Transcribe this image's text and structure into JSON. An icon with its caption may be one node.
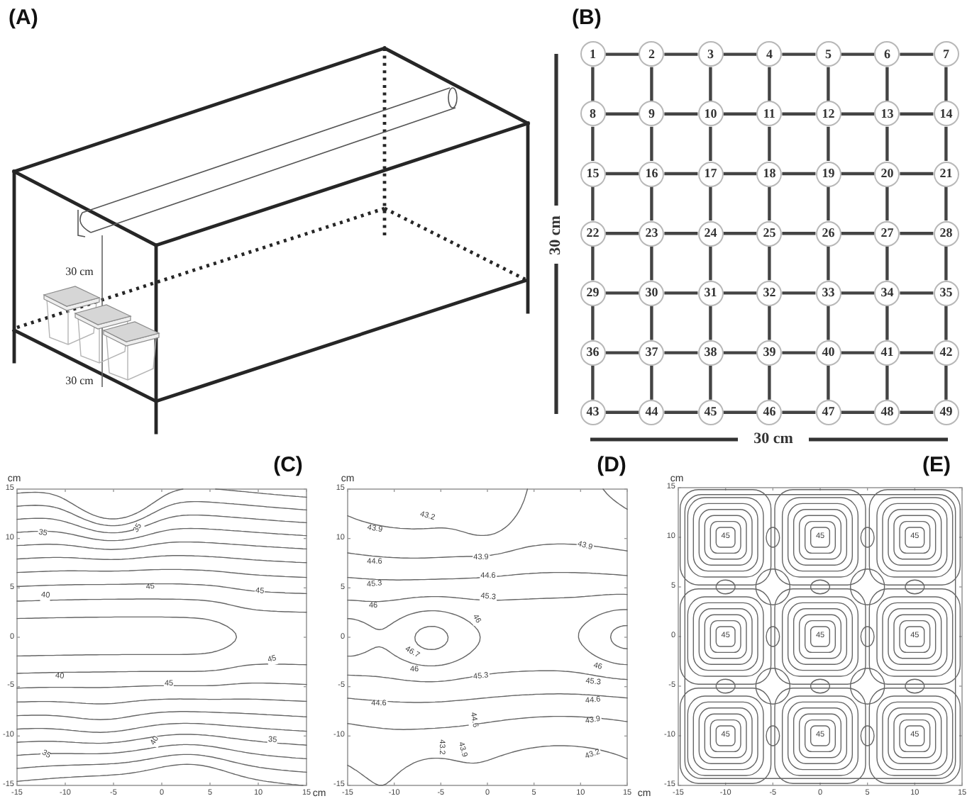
{
  "diagram": {
    "nodes": [
      {
        "text": [
          "1"
        ]
      },
      {
        "text": [
          "2"
        ]
      },
      {
        "text": [
          "3"
        ]
      },
      {
        "text": [
          "4"
        ]
      },
      {
        "text": [
          "5"
        ]
      },
      {
        "text": [
          "6"
        ]
      },
      {
        "text": [
          "7"
        ]
      },
      {
        "text": [
          "8"
        ]
      },
      {
        "text": [
          "9"
        ]
      },
      {
        "text": [
          "10"
        ]
      },
      {
        "text": [
          "11"
        ]
      },
      {
        "text": [
          "12"
        ]
      },
      {
        "text": [
          "13"
        ]
      },
      {
        "text": [
          "14"
        ]
      },
      {
        "text": [
          "15"
        ]
      },
      {
        "text": [
          "16"
        ]
      },
      {
        "text": [
          "17"
        ]
      },
      {
        "text": [
          "18"
        ]
      },
      {
        "text": [
          "19"
        ]
      },
      {
        "text": [
          "20"
        ]
      },
      {
        "text": [
          "21"
        ]
      },
      {
        "text": [
          "22"
        ]
      },
      {
        "text": [
          "23"
        ]
      },
      {
        "text": [
          "24"
        ]
      },
      {
        "text": [
          "25"
        ]
      },
      {
        "text": [
          "26"
        ]
      },
      {
        "text": [
          "27"
        ]
      },
      {
        "text": [
          "28"
        ]
      },
      {
        "text": [
          "29"
        ]
      },
      {
        "text": [
          "30"
        ]
      },
      {
        "text": [
          "31"
        ]
      },
      {
        "text": [
          "32"
        ]
      },
      {
        "text": [
          "33"
        ]
      },
      {
        "text": [
          "34"
        ]
      },
      {
        "text": [
          "35"
        ]
      },
      {
        "text": [
          "36"
        ]
      },
      {
        "text": [
          "37"
        ]
      },
      {
        "text": [
          "38"
        ]
      },
      {
        "text": [
          "39"
        ]
      },
      {
        "text": [
          "40"
        ]
      },
      {
        "text": [
          "41"
        ]
      },
      {
        "text": [
          "42"
        ]
      },
      {
        "text": [
          "43"
        ]
      },
      {
        "text": [
          "44"
        ]
      },
      {
        "text": [
          "45"
        ]
      },
      {
        "text": [
          "46"
        ]
      },
      {
        "text": [
          "47"
        ]
      },
      {
        "text": [
          "48"
        ]
      },
      {
        "text": [
          "49"
        ]
      }
    ],
    "edges": [
      {
        "from": 0,
        "to": 1,
        "arrow": "none"
      },
      {
        "from": 1,
        "to": 2,
        "arrow": "none"
      },
      {
        "from": 2,
        "to": 3,
        "arrow": "none"
      },
      {
        "from": 3,
        "to": 4,
        "arrow": "none"
      },
      {
        "from": 4,
        "to": 5,
        "arrow": "none"
      },
      {
        "from": 5,
        "to": 6,
        "arrow": "none"
      },
      {
        "from": 0,
        "to": 7,
        "arrow": "none"
      },
      {
        "from": 1,
        "to": 8,
        "arrow": "none"
      },
      {
        "from": 2,
        "to": 9,
        "arrow": "none"
      },
      {
        "from": 3,
        "to": 10,
        "arrow": "none"
      },
      {
        "from": 4,
        "to": 11,
        "arrow": "none"
      },
      {
        "from": 5,
        "to": 12,
        "arrow": "none"
      },
      {
        "from": 6,
        "to": 13,
        "arrow": "none"
      },
      {
        "from": 7,
        "to": 8,
        "arrow": "none"
      },
      {
        "from": 8,
        "to": 9,
        "arrow": "none"
      },
      {
        "from": 9,
        "to": 10,
        "arrow": "none"
      },
      {
        "from": 10,
        "to": 11,
        "arrow": "none"
      },
      {
        "from": 11,
        "to": 12,
        "arrow": "none"
      },
      {
        "from": 12,
        "to": 13,
        "arrow": "none"
      },
      {
        "from": 7,
        "to": 14,
        "arrow": "none"
      },
      {
        "from": 8,
        "to": 15,
        "arrow": "none"
      },
      {
        "from": 9,
        "to": 16,
        "arrow": "none"
      },
      {
        "from": 10,
        "to": 17,
        "arrow": "none"
      },
      {
        "from": 11,
        "to": 18,
        "arrow": "none"
      },
      {
        "from": 12,
        "to": 19,
        "arrow": "none"
      },
      {
        "from": 13,
        "to": 20,
        "arrow": "none"
      },
      {
        "from": 14,
        "to": 15,
        "arrow": "none"
      },
      {
        "from": 15,
        "to": 16,
        "arrow": "none"
      },
      {
        "from": 16,
        "to": 17,
        "arrow": "none"
      },
      {
        "from": 17,
        "to": 18,
        "arrow": "none"
      },
      {
        "from": 18,
        "to": 19,
        "arrow": "none"
      },
      {
        "from": 19,
        "to": 20,
        "arrow": "none"
      },
      {
        "from": 14,
        "to": 21,
        "arrow": "none"
      },
      {
        "from": 15,
        "to": 22,
        "arrow": "none"
      },
      {
        "from": 16,
        "to": 23,
        "arrow": "none"
      },
      {
        "from": 17,
        "to": 24,
        "arrow": "none"
      },
      {
        "from": 18,
        "to": 25,
        "arrow": "none"
      },
      {
        "from": 19,
        "to": 26,
        "arrow": "none"
      },
      {
        "from": 20,
        "to": 27,
        "arrow": "none"
      },
      {
        "from": 21,
        "to": 22,
        "arrow": "none"
      },
      {
        "from": 22,
        "to": 23,
        "arrow": "none"
      },
      {
        "from": 23,
        "to": 24,
        "arrow": "none"
      },
      {
        "from": 24,
        "to": 25,
        "arrow": "none"
      },
      {
        "from": 25,
        "to": 26,
        "arrow": "none"
      },
      {
        "from": 26,
        "to": 27,
        "arrow": "none"
      },
      {
        "from": 21,
        "to": 28,
        "arrow": "none"
      },
      {
        "from": 22,
        "to": 29,
        "arrow": "none"
      },
      {
        "from": 23,
        "to": 30,
        "arrow": "none"
      },
      {
        "from": 24,
        "to": 31,
        "arrow": "none"
      },
      {
        "from": 25,
        "to": 32,
        "arrow": "none"
      },
      {
        "from": 26,
        "to": 33,
        "arrow": "none"
      },
      {
        "from": 27,
        "to": 34,
        "arrow": "none"
      },
      {
        "from": 28,
        "to": 29,
        "arrow": "none"
      },
      {
        "from": 29,
        "to": 30,
        "arrow": "none"
      },
      {
        "from": 30,
        "to": 31,
        "arrow": "none"
      },
      {
        "from": 31,
        "to": 32,
        "arrow": "none"
      },
      {
        "from": 32,
        "to": 33,
        "arrow": "none"
      },
      {
        "from": 33,
        "to": 34,
        "arrow": "none"
      },
      {
        "from": 28,
        "to": 35,
        "arrow": "none"
      },
      {
        "from": 29,
        "to": 36,
        "arrow": "none"
      },
      {
        "from": 30,
        "to": 37,
        "arrow": "none"
      },
      {
        "from": 31,
        "to": 38,
        "arrow": "none"
      },
      {
        "from": 32,
        "to": 39,
        "arrow": "none"
      },
      {
        "from": 33,
        "to": 40,
        "arrow": "none"
      },
      {
        "from": 34,
        "to": 41,
        "arrow": "none"
      },
      {
        "from": 35,
        "to": 36,
        "arrow": "none"
      },
      {
        "from": 36,
        "to": 37,
        "arrow": "none"
      },
      {
        "from": 37,
        "to": 38,
        "arrow": "none"
      },
      {
        "from": 38,
        "to": 39,
        "arrow": "none"
      },
      {
        "from": 39,
        "to": 40,
        "arrow": "none"
      },
      {
        "from": 40,
        "to": 41,
        "arrow": "none"
      },
      {
        "from": 35,
        "to": 42,
        "arrow": "none"
      },
      {
        "from": 36,
        "to": 43,
        "arrow": "none"
      },
      {
        "from": 37,
        "to": 44,
        "arrow": "none"
      },
      {
        "from": 38,
        "to": 45,
        "arrow": "none"
      },
      {
        "from": 39,
        "to": 46,
        "arrow": "none"
      },
      {
        "from": 40,
        "to": 47,
        "arrow": "none"
      },
      {
        "from": 41,
        "to": 48,
        "arrow": "none"
      },
      {
        "from": 42,
        "to": 43,
        "arrow": "none"
      },
      {
        "from": 43,
        "to": 44,
        "arrow": "none"
      },
      {
        "from": 44,
        "to": 45,
        "arrow": "none"
      },
      {
        "from": 45,
        "to": 46,
        "arrow": "none"
      },
      {
        "from": 46,
        "to": 47,
        "arrow": "none"
      },
      {
        "from": 47,
        "to": 48,
        "arrow": "none"
      }
    ],
    "labels": [
      "(A)",
      "30 cm",
      "30 cm",
      "(B)",
      "30 cm",
      "30 cm",
      "(C)",
      "cm",
      "15",
      "10",
      "5",
      "0",
      "-5",
      "-10",
      "-15",
      "35",
      "35",
      "40",
      "45",
      "45",
      "45",
      "40",
      "45",
      "40",
      "35",
      "35",
      "-15",
      "-10",
      "-5",
      "0",
      "5",
      "10",
      "15",
      "cm",
      "(D)",
      "cm",
      "15",
      "10",
      "5",
      "0",
      "-5",
      "-10",
      "-15",
      "43.2",
      "43.9",
      "43.9",
      "43.9",
      "44.6",
      "44.6",
      "45.3",
      "45.3",
      "46",
      "46",
      "46.7",
      "46",
      "46",
      "45.3",
      "45.3",
      "44.6",
      "44.6",
      "44.6",
      "43.9",
      "43.2",
      "43.9",
      "43.2",
      "-15",
      "-10",
      "-5",
      "0",
      "5",
      "10",
      "15",
      "cm",
      "(E)",
      "cm",
      "15",
      "10",
      "5",
      "0",
      "-5",
      "-10",
      "-15",
      "45",
      "45",
      "45",
      "45",
      "45",
      "45",
      "45",
      "45",
      "45",
      "-15",
      "-10",
      "-5",
      "0",
      "5",
      "10",
      "15"
    ]
  }
}
